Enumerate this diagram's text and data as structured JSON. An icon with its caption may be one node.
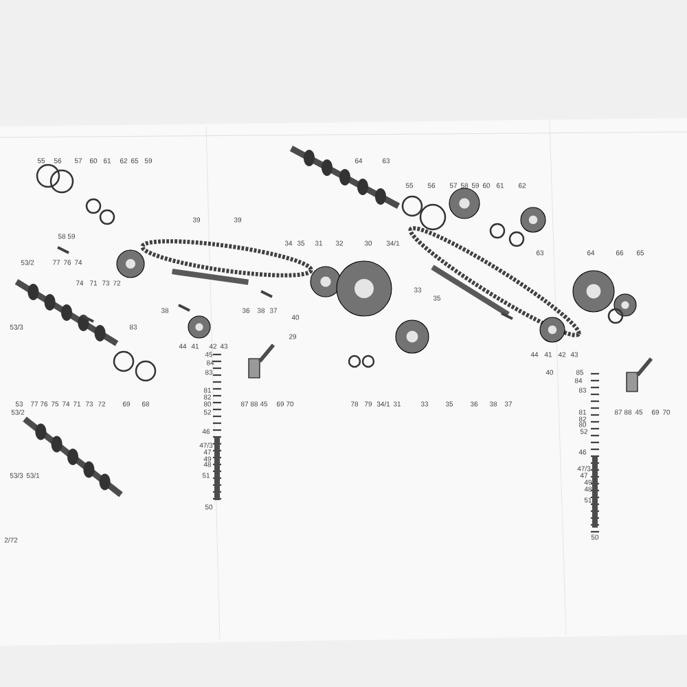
{
  "diagram": {
    "labels": [
      "55",
      "56",
      "57",
      "60",
      "61",
      "62",
      "65",
      "59",
      "64",
      "63",
      "55",
      "56",
      "57",
      "58",
      "59",
      "60",
      "61",
      "62",
      "39",
      "39",
      "58",
      "59",
      "34",
      "35",
      "31",
      "32",
      "30",
      "34/1",
      "63",
      "64",
      "66",
      "65",
      "53/2",
      "77",
      "76",
      "74",
      "74",
      "71",
      "73",
      "72",
      "33",
      "35",
      "38",
      "36",
      "38",
      "37",
      "40",
      "53/3",
      "83",
      "29",
      "44",
      "41",
      "42",
      "43",
      "45",
      "44",
      "41",
      "42",
      "43",
      "84",
      "83",
      "40",
      "85",
      "84",
      "81",
      "83",
      "82",
      "53",
      "77",
      "76",
      "75",
      "74",
      "71",
      "73",
      "72",
      "69",
      "68",
      "80",
      "87",
      "88",
      "45",
      "69",
      "70",
      "78",
      "79",
      "34/1",
      "31",
      "33",
      "35",
      "36",
      "38",
      "37",
      "53/2",
      "52",
      "81",
      "87",
      "88",
      "45",
      "69",
      "70",
      "82",
      "80",
      "46",
      "52",
      "47/3",
      "47",
      "46",
      "49",
      "48",
      "47/3",
      "53/3",
      "53/1",
      "51",
      "47",
      "49",
      "48",
      "51",
      "50",
      "50",
      "2/72"
    ]
  }
}
